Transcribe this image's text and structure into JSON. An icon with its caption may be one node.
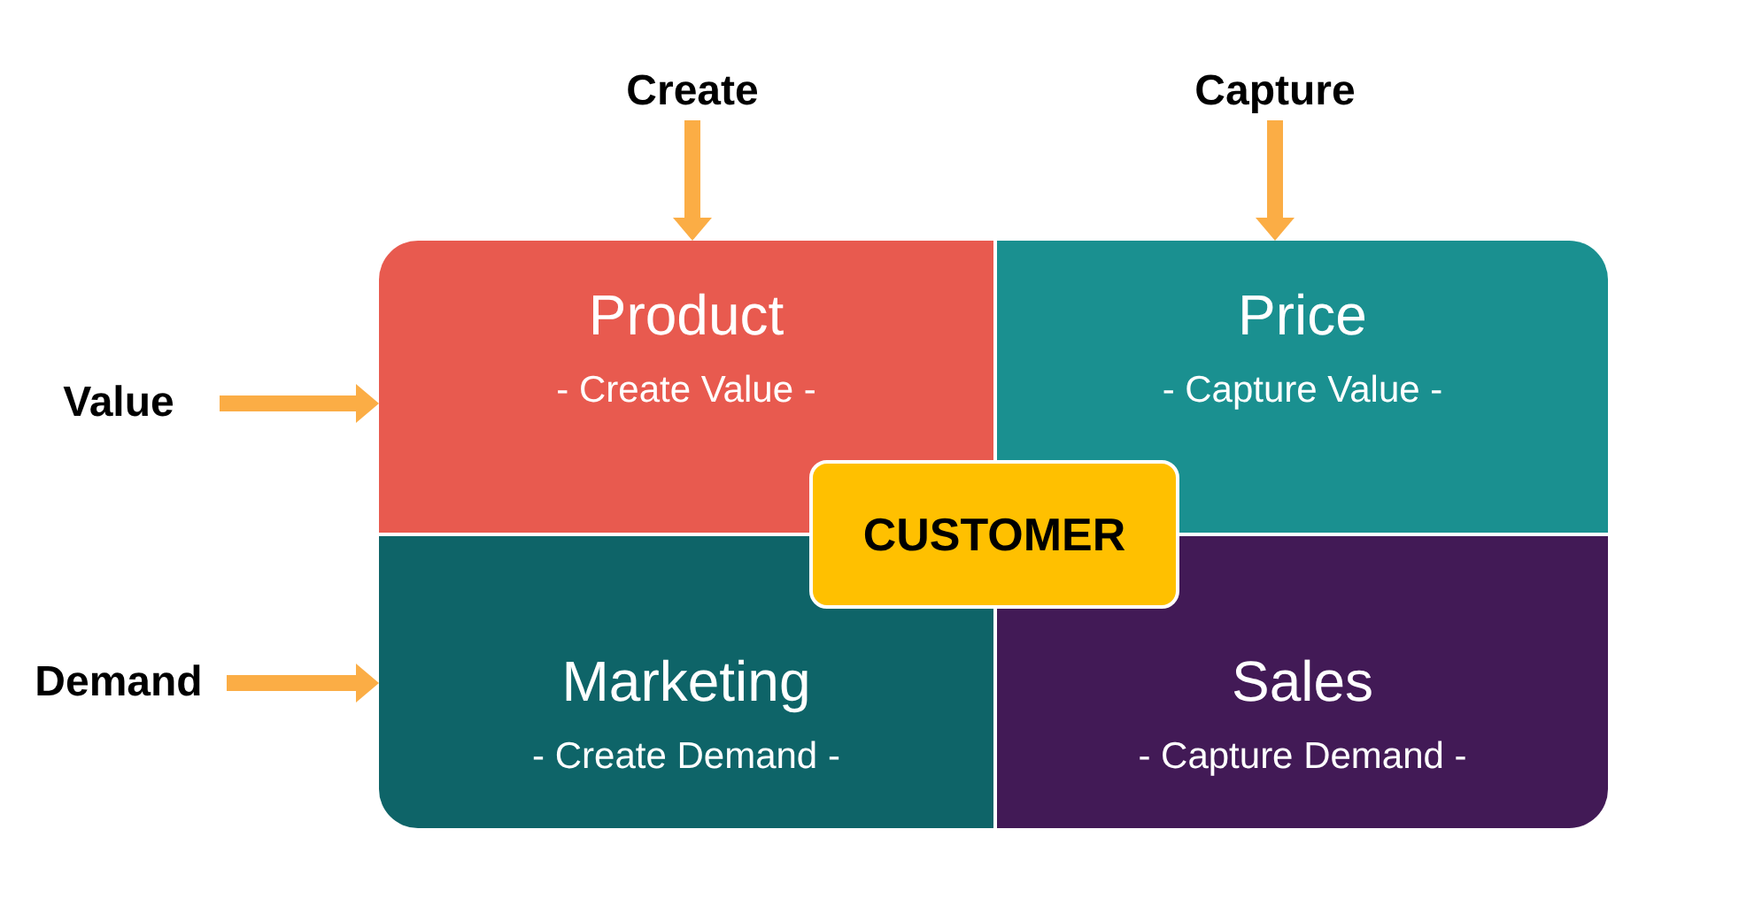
{
  "diagram": {
    "nodes": [
      {
        "text": [
          "Create"
        ]
      },
      {
        "text": [
          "Capture"
        ]
      },
      {
        "text": [
          "Value"
        ]
      },
      {
        "text": [
          "Product",
          "- Create Value -"
        ]
      },
      {
        "text": [
          "Price",
          "- Capture Value -"
        ]
      },
      {
        "text": [
          "CUSTOMER"
        ]
      },
      {
        "text": [
          "Demand"
        ]
      },
      {
        "text": [
          "Marketing",
          "- Create Demand -"
        ]
      },
      {
        "text": [
          "Sales",
          "- Capture Demand -"
        ]
      }
    ],
    "edges": [
      {
        "from": 0,
        "to": 3,
        "arrow": "to"
      },
      {
        "from": 1,
        "to": 4,
        "arrow": "to"
      },
      {
        "from": 2,
        "to": 3,
        "arrow": "to"
      },
      {
        "from": 6,
        "to": 7,
        "arrow": "to"
      }
    ]
  }
}
